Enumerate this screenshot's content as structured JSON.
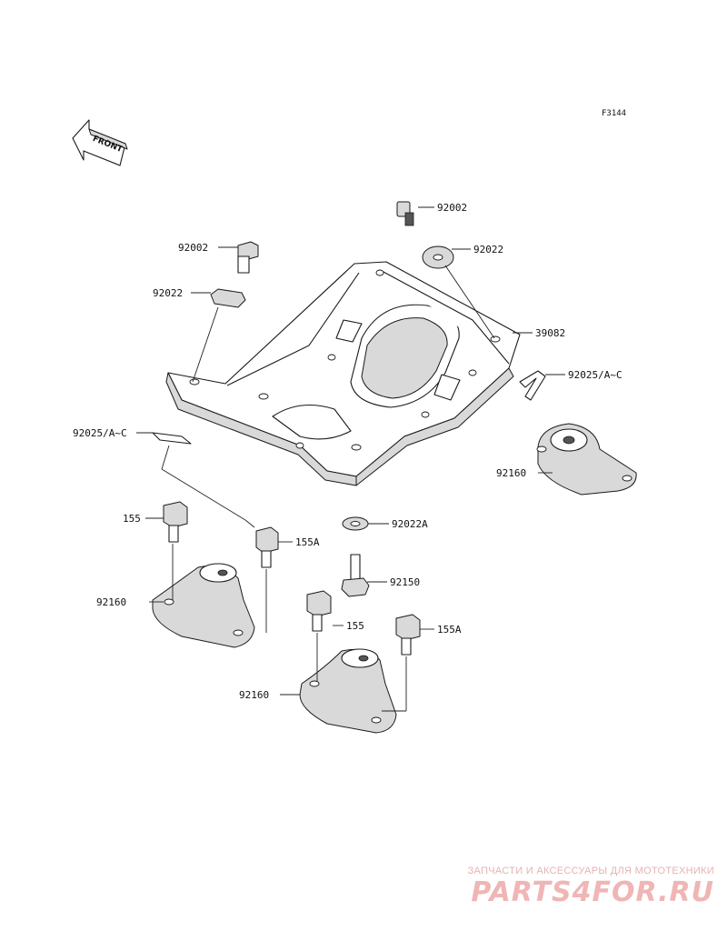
{
  "figure_code": "F3144",
  "front_arrow_label": "FRONT",
  "labels": {
    "l1": "92002",
    "l2": "92022",
    "l3": "92002",
    "l4": "92022",
    "l5": "39082",
    "l6": "92025/A~C",
    "l7": "92025/A~C",
    "l8": "92160",
    "l9": "155",
    "l10": "155A",
    "l11": "92022A",
    "l12": "92150",
    "l13": "92160",
    "l14": "155",
    "l15": "155A",
    "l16": "92160"
  },
  "watermark": {
    "tagline": "ЗАПЧАСТИ И АКСЕССУАРЫ ДЛЯ МОТОТЕХНИКИ",
    "logo": "PARTS4FOR.RU"
  }
}
